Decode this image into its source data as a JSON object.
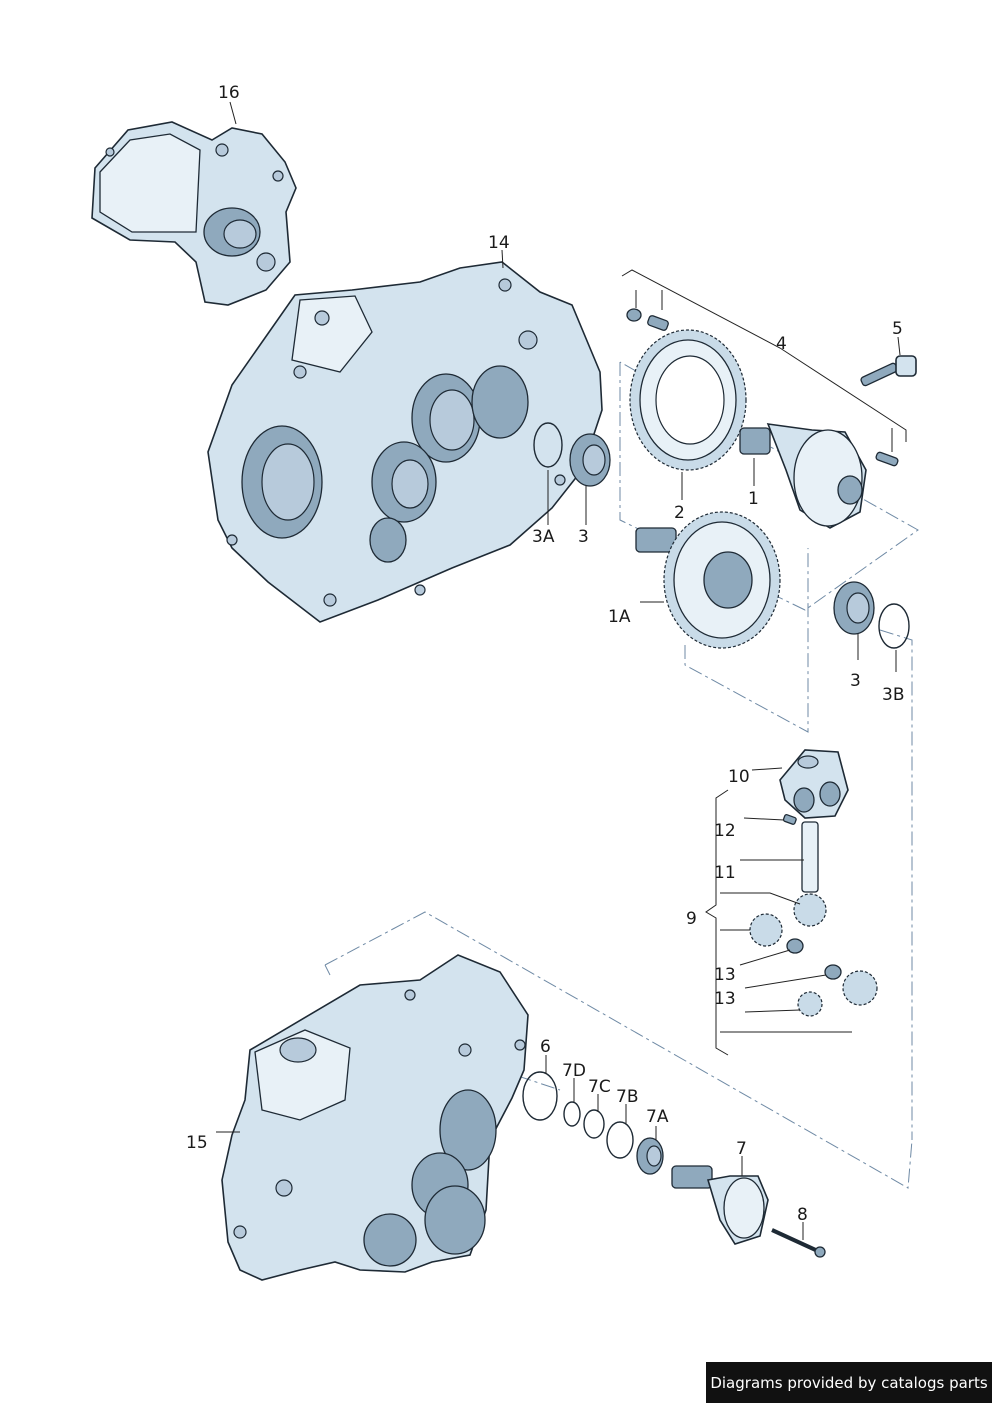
{
  "labels": {
    "p16": "16",
    "p14": "14",
    "p5": "5",
    "p4": "4",
    "p3a": "3A",
    "p3_top": "3",
    "p2": "2",
    "p1": "1",
    "p1a": "1A",
    "p3_right": "3",
    "p3b": "3B",
    "p10": "10",
    "p12": "12",
    "p11": "11",
    "p9": "9",
    "p13_a": "13",
    "p13_b": "13",
    "p6": "6",
    "p7d": "7D",
    "p7c": "7C",
    "p7b": "7B",
    "p7a": "7A",
    "p7": "7",
    "p8": "8",
    "p15": "15"
  },
  "footer": {
    "credit": "Diagrams provided by catalogs parts"
  },
  "colors": {
    "part_fill": "#d3e3ee",
    "outline": "#1e2a35",
    "dash_line": "#6f8aa5",
    "credit_bg": "#111111"
  }
}
